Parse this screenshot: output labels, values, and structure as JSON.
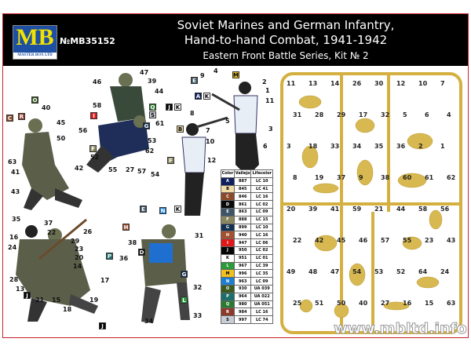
{
  "header": {
    "logo": "MB",
    "logo_sub": "MASTER BOX LTD",
    "kit_number": "№MB35152",
    "title_line1": "Soviet Marines and German Infantry,",
    "title_line2": "Hand-to-hand Combat, 1941-1942",
    "subtitle": "Eastern Front  Battle  Series, Kit № 2"
  },
  "color_table": {
    "headers": [
      "Color",
      "Vallejo",
      "Lifecolor"
    ],
    "rows": [
      {
        "letter": "A",
        "vallejo": "887",
        "lifecolor": "LC 10",
        "color": "#10205e"
      },
      {
        "letter": "B",
        "vallejo": "845",
        "lifecolor": "LC 41",
        "color": "#f1dca8"
      },
      {
        "letter": "C",
        "vallejo": "846",
        "lifecolor": "LC 16",
        "color": "#8b4a2a"
      },
      {
        "letter": "D",
        "vallejo": "861",
        "lifecolor": "LC 02",
        "color": "#0a0a0a"
      },
      {
        "letter": "E",
        "vallejo": "863",
        "lifecolor": "LC 09",
        "color": "#3d5566"
      },
      {
        "letter": "F",
        "vallejo": "888",
        "lifecolor": "LC 15",
        "color": "#8a8760"
      },
      {
        "letter": "G",
        "vallejo": "899",
        "lifecolor": "LC 10",
        "color": "#12304f"
      },
      {
        "letter": "H",
        "vallejo": "940",
        "lifecolor": "LC 16",
        "color": "#a2502e"
      },
      {
        "letter": "I",
        "vallejo": "947",
        "lifecolor": "LC 06",
        "color": "#e01818"
      },
      {
        "letter": "J",
        "vallejo": "950",
        "lifecolor": "LC 02",
        "color": "#050505"
      },
      {
        "letter": "K",
        "vallejo": "951",
        "lifecolor": "LC 01",
        "color": "#ffffff"
      },
      {
        "letter": "L",
        "vallejo": "967",
        "lifecolor": "LC 39",
        "color": "#2a9a3a"
      },
      {
        "letter": "M",
        "vallejo": "996",
        "lifecolor": "LC 35",
        "color": "#f0c020"
      },
      {
        "letter": "N",
        "vallejo": "963",
        "lifecolor": "LC 09",
        "color": "#1e7fd0"
      },
      {
        "letter": "O",
        "vallejo": "930",
        "lifecolor": "UA 039",
        "color": "#3a5a22"
      },
      {
        "letter": "P",
        "vallejo": "964",
        "lifecolor": "UA 022",
        "color": "#1c6e6a"
      },
      {
        "letter": "Q",
        "vallejo": "980",
        "lifecolor": "UA 051",
        "color": "#2a7a30"
      },
      {
        "letter": "R",
        "vallejo": "984",
        "lifecolor": "LC 16",
        "color": "#8e3a2a"
      },
      {
        "letter": "S",
        "vallejo": "997",
        "lifecolor": "LC 74",
        "color": "#c8ccd4"
      }
    ]
  },
  "callouts": [
    "40",
    "45",
    "50",
    "63",
    "41",
    "42",
    "43",
    "46",
    "47",
    "39",
    "44",
    "58",
    "61",
    "56",
    "52",
    "53",
    "62",
    "55",
    "27",
    "57",
    "54",
    "9",
    "4",
    "2",
    "1",
    "11",
    "8",
    "10",
    "7",
    "5",
    "3",
    "6",
    "12",
    "35",
    "37",
    "22",
    "26",
    "29",
    "16",
    "24",
    "23",
    "20",
    "14",
    "28",
    "13",
    "17",
    "21",
    "15",
    "19",
    "18",
    "31",
    "38",
    "36",
    "32",
    "34",
    "33"
  ],
  "callout_letters": [
    "O",
    "R",
    "C",
    "I",
    "Q",
    "S",
    "G",
    "F",
    "E",
    "M",
    "A",
    "K",
    "J",
    "K",
    "B",
    "F",
    "P",
    "J",
    "J",
    "H",
    "E",
    "N",
    "K",
    "D",
    "G",
    "L"
  ],
  "sprue_numbers": [
    "11",
    "13",
    "14",
    "26",
    "30",
    "12",
    "10",
    "7",
    "31",
    "28",
    "29",
    "17",
    "32",
    "5",
    "6",
    "4",
    "3",
    "18",
    "33",
    "34",
    "35",
    "36",
    "2",
    "1",
    "8",
    "19",
    "37",
    "9",
    "38",
    "60",
    "61",
    "62",
    "20",
    "39",
    "41",
    "59",
    "21",
    "44",
    "58",
    "56",
    "22",
    "42",
    "45",
    "46",
    "57",
    "55",
    "23",
    "43",
    "49",
    "48",
    "47",
    "54",
    "53",
    "52",
    "64",
    "24",
    "25",
    "51",
    "50",
    "40",
    "27",
    "16",
    "15",
    "63"
  ],
  "watermark": "www.mbltd.info"
}
